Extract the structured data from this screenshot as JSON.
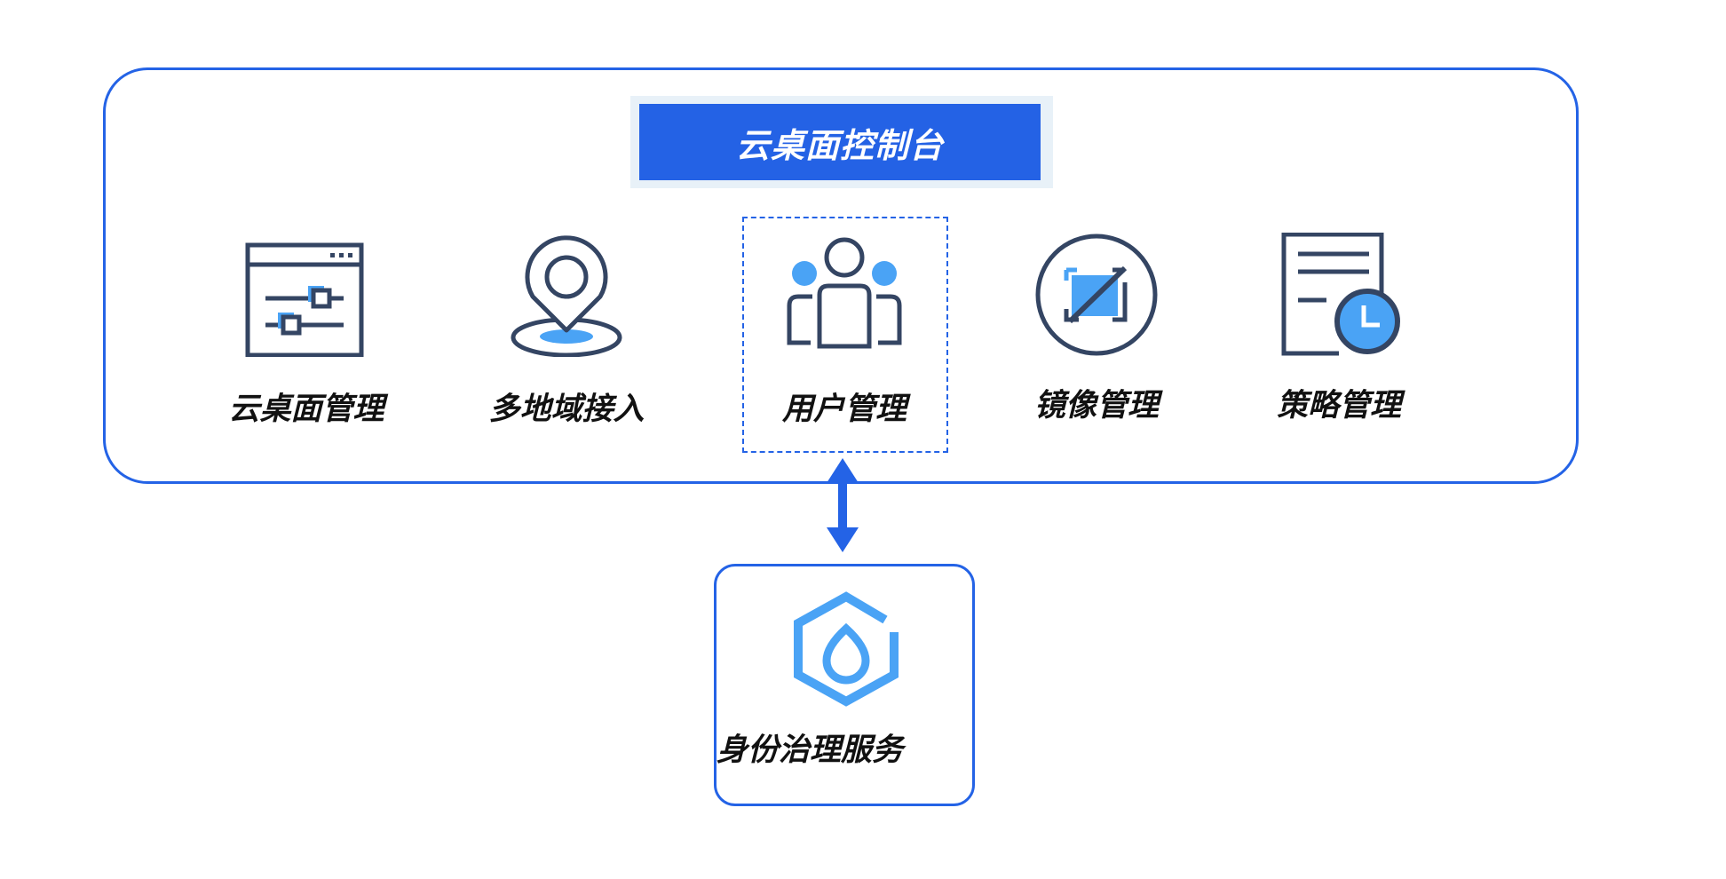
{
  "console": {
    "title": "云桌面控制台"
  },
  "modules": [
    {
      "label": "云桌面管理",
      "icon": "settings-window-icon"
    },
    {
      "label": "多地域接入",
      "icon": "location-pin-icon"
    },
    {
      "label": "用户管理",
      "icon": "users-icon"
    },
    {
      "label": "镜像管理",
      "icon": "image-resize-icon"
    },
    {
      "label": "策略管理",
      "icon": "policy-document-clock-icon"
    }
  ],
  "service": {
    "label": "身份治理服务",
    "icon": "identity-hexagon-icon"
  },
  "colors": {
    "border": "#2463e6",
    "dark": "#344563",
    "accent": "#4aa3f5"
  }
}
